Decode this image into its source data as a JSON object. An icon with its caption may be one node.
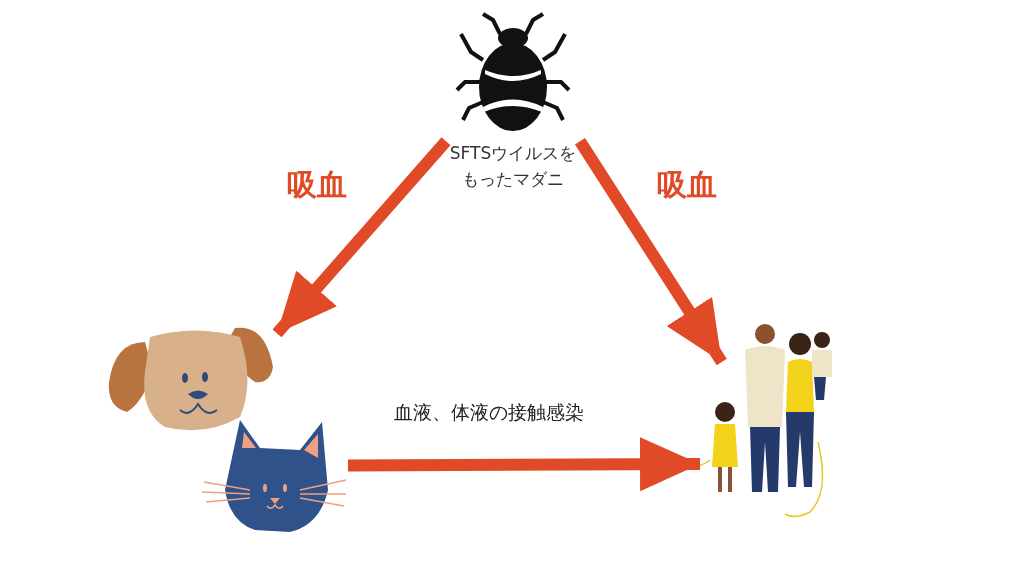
{
  "diagram": {
    "nodes": [
      {
        "text": [
          "SFTSウイルスをもったマダニ"
        ]
      },
      {
        "text": [],
        "shape": "picture"
      },
      {
        "text": [],
        "shape": "picture"
      },
      {
        "text": [],
        "shape": "picture"
      }
    ],
    "edges": [
      {
        "from": 0,
        "to": 1,
        "arrow": "to",
        "label": "吸血"
      },
      {
        "from": 0,
        "to": 3,
        "arrow": "to",
        "label": "吸血"
      },
      {
        "from": 2,
        "to": 3,
        "arrow": "to",
        "label": "血液、体液の接触感染"
      }
    ]
  }
}
